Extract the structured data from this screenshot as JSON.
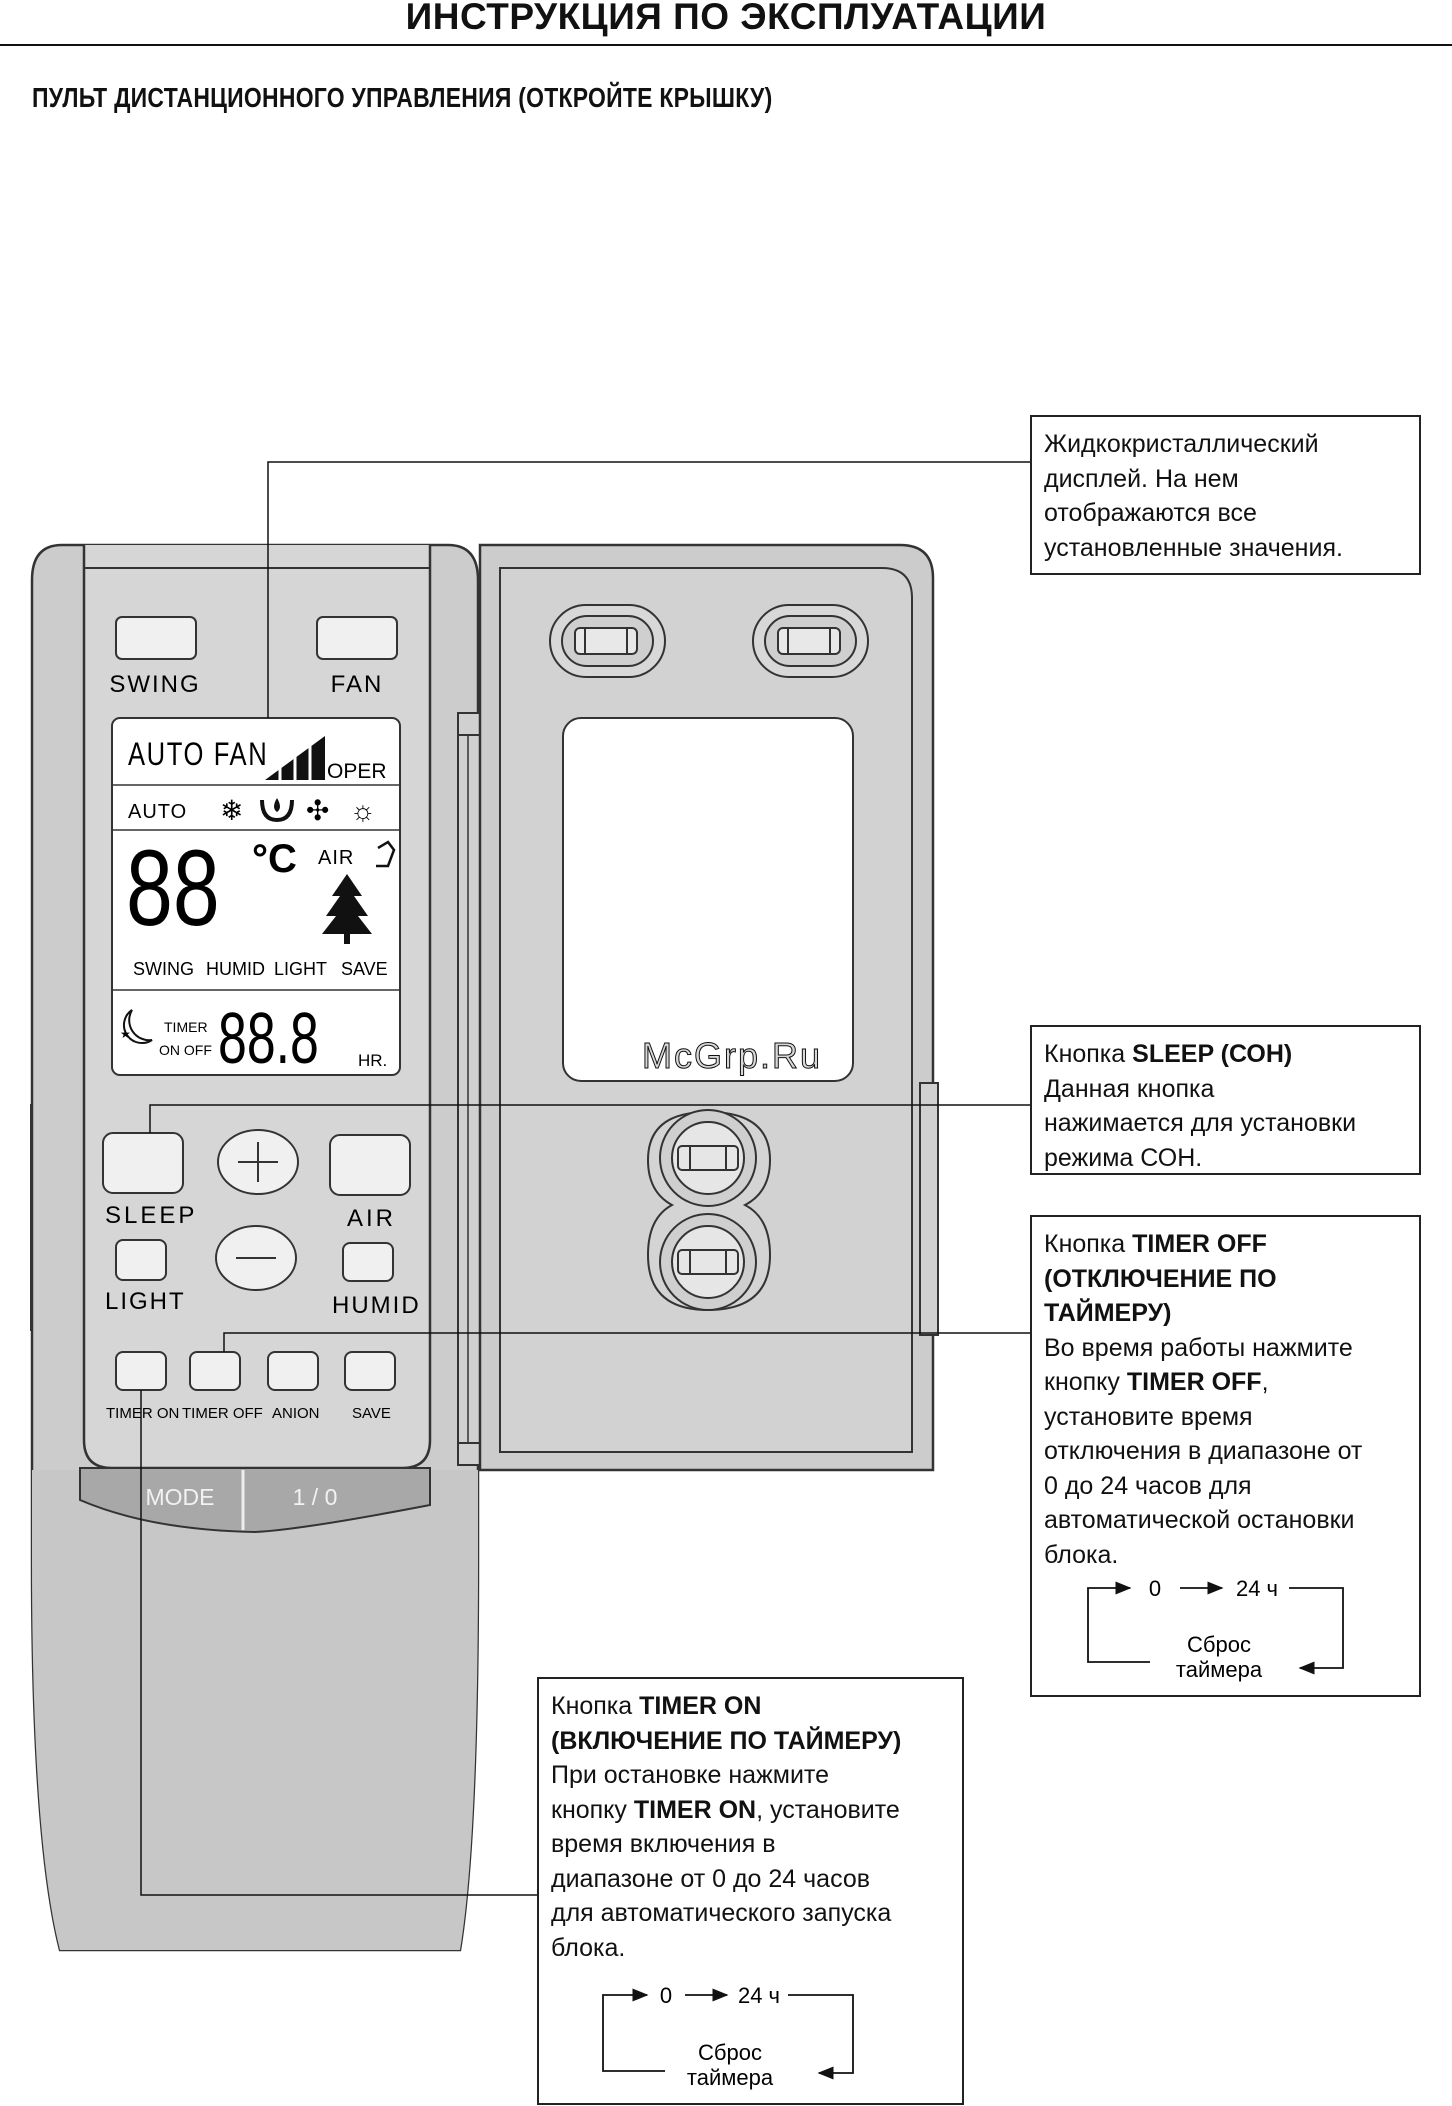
{
  "header": {
    "title": "ИНСТРУКЦИЯ ПО ЭКСПЛУАТАЦИИ"
  },
  "section": {
    "title": "ПУЛЬТ ДИСТАНЦИОННОГО УПРАВЛЕНИЯ (ОТКРОЙТЕ КРЫШКУ)"
  },
  "remote": {
    "buttons": {
      "swing": "SWING",
      "fan": "FAN",
      "sleep": "SLEEP",
      "air": "AIR",
      "light": "LIGHT",
      "humid": "HUMID",
      "plus": "+",
      "minus": "−",
      "timer_on": "TIMER ON",
      "timer_off": "TIMER OFF",
      "anion": "ANION",
      "save": "SAVE",
      "mode": "MODE",
      "power": "1 / 0"
    },
    "lcd": {
      "auto_fan": "AUTO FAN",
      "oper": "OPER",
      "auto": "AUTO",
      "temp": "88",
      "celsius": "°C",
      "air": "AIR",
      "swing": "SWING",
      "humid": "HUMID",
      "light": "LIGHT",
      "save": "SAVE",
      "timer": "TIMER",
      "on_off": "ON OFF",
      "time": "88.8",
      "hr": "HR."
    }
  },
  "watermark": "McGrp.Ru",
  "callouts": {
    "lcd": {
      "lines": [
        "Жидкокристаллический",
        "дисплей. На нем",
        "отображаются все",
        "установленные значения."
      ]
    },
    "sleep": {
      "prefix": "Кнопка ",
      "bold": "SLEEP (СОН)",
      "lines": [
        "Данная кнопка",
        "нажимается для установки",
        "режима СОН."
      ]
    },
    "timer_off": {
      "prefix": "Кнопка ",
      "bold": "TIMER OFF",
      "bold2": "(ОТКЛЮЧЕНИЕ  ПО",
      "bold3": "ТАЙМЕРУ)",
      "l1": "Во время работы нажмите",
      "l2_pre": "кнопку ",
      "l2_bold": "TIMER OFF",
      "l2_post": ",",
      "l3": "установите время",
      "l4": "отключения в диапазоне от",
      "l5": "0 до 24 часов для",
      "l6": "автоматической остановки",
      "l7": "блока.",
      "diagram": {
        "start": "0",
        "end": "24 ч",
        "reset_1": "Сброс",
        "reset_2": "таймера"
      }
    },
    "timer_on": {
      "prefix": "Кнопка ",
      "bold": "TIMER ON",
      "bold2": "(ВКЛЮЧЕНИЕ ПО ТАЙМЕРУ)",
      "l1": "При остановке нажмите",
      "l2_pre": "кнопку ",
      "l2_bold": "TIMER ON",
      "l2_post": ", установите",
      "l3": "время включения в",
      "l4": "диапазоне от 0 до 24 часов",
      "l5": "для автоматического запуска",
      "l6": "блока.",
      "diagram": {
        "start": "0",
        "end": "24 ч",
        "reset_1": "Сброс",
        "reset_2": "таймера"
      }
    }
  }
}
